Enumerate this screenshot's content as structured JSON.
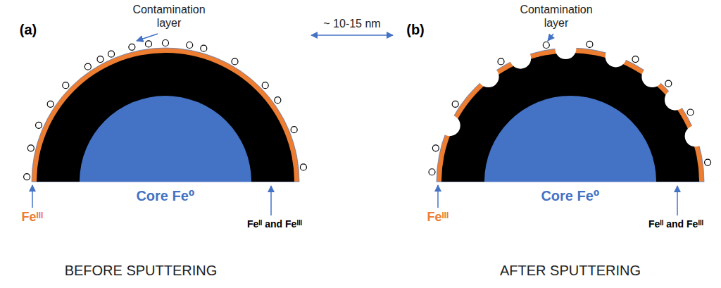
{
  "diagram": {
    "labels": [
      "(a)",
      "Contamination layer",
      "Feᴵᴵᴵ",
      "Core Fe⁰",
      "Feᴵᴵ and Feᴵᴵᴵ",
      "~ 10-15 nm",
      "(b)",
      "Contamination layer",
      "Feᴵᴵᴵ",
      "Core Fe⁰",
      "Feᴵᴵ and Feᴵᴵᴵ",
      "BEFORE SPUTTERING",
      "AFTER SPUTTERING"
    ]
  }
}
